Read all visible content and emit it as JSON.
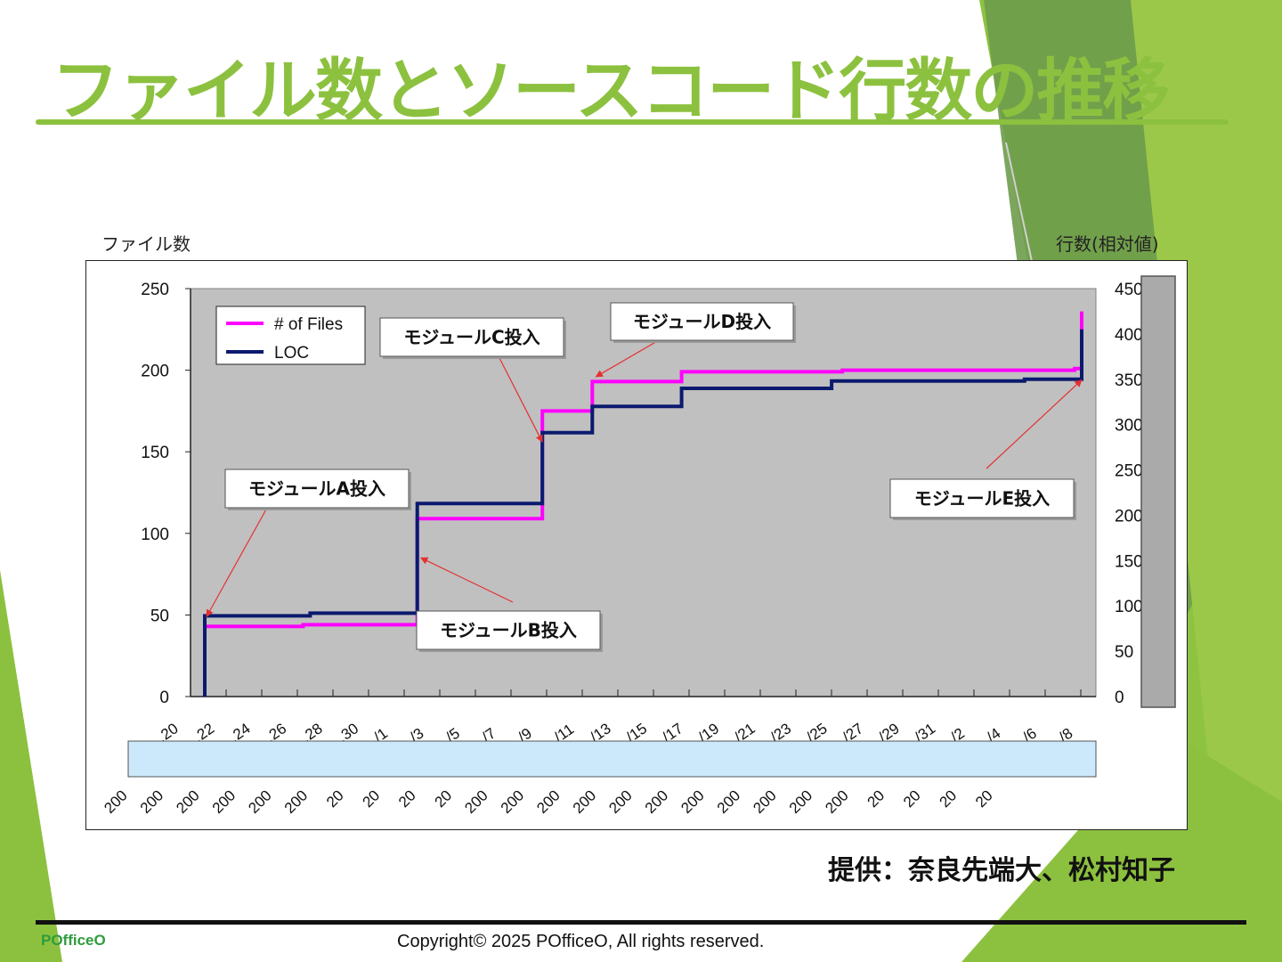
{
  "slide": {
    "title": "ファイル数とソースコード行数の推移",
    "credit": "提供：奈良先端大、松村知子",
    "brand": "POfficeO",
    "copyright": "Copyright© 2025   POfficeO, All rights reserved."
  },
  "colors": {
    "accent": "#8cc13f",
    "accent_dark": "#6e9c4d",
    "files_series": "#ff00ff",
    "loc_series": "#0b1a6e",
    "plot_bg": "#c0c0c0",
    "callout_arrow": "#e53030"
  },
  "chart_data": {
    "type": "line",
    "step": true,
    "y_left_label": "ファイル数",
    "y_right_label": "行数(相対値)",
    "ylim_left": [
      0,
      250
    ],
    "yticks_left": [
      "0",
      "50",
      "100",
      "150",
      "200",
      "250"
    ],
    "ylim_right": [
      0,
      450
    ],
    "yticks_right": [
      "0",
      "50",
      "100",
      "150",
      "200",
      "250",
      "300",
      "350",
      "400",
      "450"
    ],
    "x_tick_top": [
      ".20",
      ".22",
      ".24",
      ".26",
      ".28",
      ".30",
      "/1",
      "/3",
      "/5",
      "/7",
      "/9",
      "/11",
      "/13",
      "/15",
      "/17",
      "/19",
      "/21",
      "/23",
      "/25",
      "/27",
      "/29",
      "/31",
      "/2",
      "/4",
      "/6",
      "/8"
    ],
    "x_tick_bottom": [
      "200",
      "200",
      "200",
      "200",
      "200",
      "200",
      "20",
      "20",
      "20",
      "20",
      "200",
      "200",
      "200",
      "200",
      "200",
      "200",
      "200",
      "200",
      "200",
      "200",
      "200",
      "20",
      "20",
      "20",
      "20"
    ],
    "x_range": [
      0,
      25
    ],
    "grid": false,
    "legend_position": "top-left",
    "series": [
      {
        "name": "# of Files",
        "axis": "left",
        "points": [
          [
            0.2,
            43
          ],
          [
            3.0,
            43
          ],
          [
            3.0,
            44
          ],
          [
            6.2,
            44
          ],
          [
            6.2,
            109
          ],
          [
            9.7,
            109
          ],
          [
            9.7,
            175
          ],
          [
            11.1,
            175
          ],
          [
            11.1,
            193
          ],
          [
            13.6,
            193
          ],
          [
            13.6,
            199
          ],
          [
            18.1,
            199
          ],
          [
            18.1,
            200
          ],
          [
            24.6,
            200
          ],
          [
            24.6,
            201
          ],
          [
            24.8,
            201
          ],
          [
            24.8,
            236
          ]
        ]
      },
      {
        "name": "LOC",
        "axis": "right",
        "points": [
          [
            0.25,
            0
          ],
          [
            0.25,
            89
          ],
          [
            3.2,
            89
          ],
          [
            3.2,
            92
          ],
          [
            6.2,
            92
          ],
          [
            6.2,
            213
          ],
          [
            9.7,
            213
          ],
          [
            9.7,
            291
          ],
          [
            11.1,
            291
          ],
          [
            11.1,
            320
          ],
          [
            13.6,
            320
          ],
          [
            13.6,
            340
          ],
          [
            17.8,
            340
          ],
          [
            17.8,
            348
          ],
          [
            23.2,
            348
          ],
          [
            23.2,
            350
          ],
          [
            24.8,
            350
          ],
          [
            24.8,
            405
          ]
        ]
      }
    ],
    "annotations": [
      {
        "text": "モジュールA投入",
        "x": 0.3,
        "y": 49,
        "axis": "left"
      },
      {
        "text": "モジュールB投入",
        "x": 6.3,
        "y": 85,
        "axis": "left"
      },
      {
        "text": "モジュールC投入",
        "x": 9.7,
        "y": 156,
        "axis": "left"
      },
      {
        "text": "モジュールD投入",
        "x": 11.2,
        "y": 196,
        "axis": "left"
      },
      {
        "text": "モジュールE投入",
        "x": 24.8,
        "y": 194,
        "axis": "left"
      }
    ]
  }
}
